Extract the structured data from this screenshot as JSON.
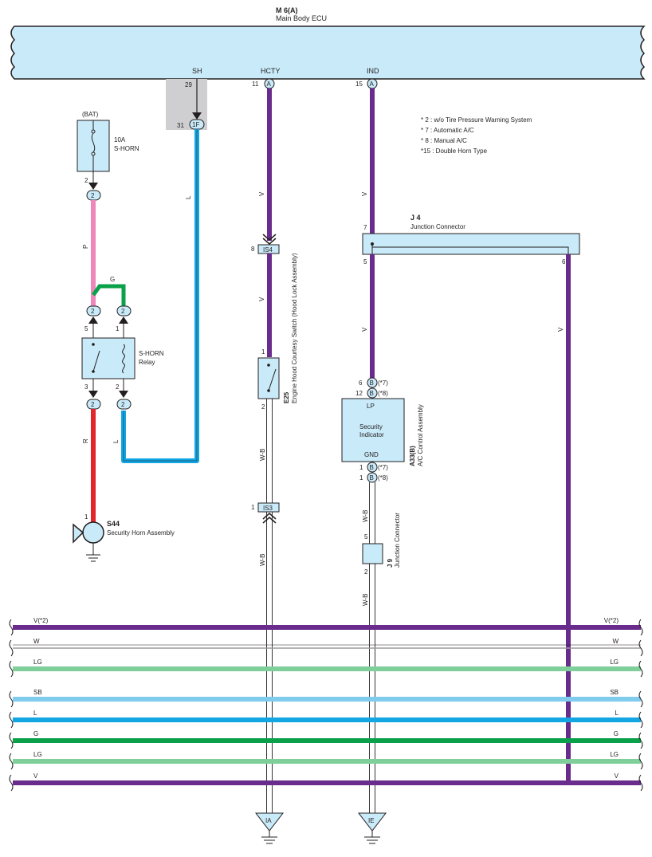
{
  "ecu": {
    "code": "M 6(A)",
    "name": "Main Body ECU",
    "pins": {
      "sh": "SH",
      "hcty": "HCTY",
      "ind": "IND"
    }
  },
  "terminals": {
    "sh_29": "29",
    "sh_31": "31",
    "sh_1f": "1F",
    "hcty_11": "11",
    "hcty_a": "A",
    "ind_15": "15",
    "ind_a": "A"
  },
  "notes": [
    "* 2 : w/o Tire Pressure Warning System",
    "* 7 : Automatic A/C",
    "* 8 : Manual A/C",
    "*15 : Double Horn Type"
  ],
  "fuse": {
    "source": "(BAT)",
    "rating": "10A",
    "name": "S-HORN",
    "pin": "2",
    "conn": "2"
  },
  "relay": {
    "name": "S-HORN",
    "sub": "Relay",
    "pins": {
      "p5": "5",
      "p1": "1",
      "p3": "3",
      "p2": "2"
    },
    "conns": {
      "c5": "2",
      "c1": "2",
      "c3": "2",
      "c2": "2"
    }
  },
  "horn": {
    "code": "S44",
    "name": "Security Horn Assembly",
    "pin": "1"
  },
  "switch": {
    "code": "E25",
    "name": "Engine Hood Courtesy Switch (Hood Lock Assembly)",
    "pin1": "1",
    "pin2": "2"
  },
  "connectors": {
    "is4": {
      "label": "IS4",
      "pin": "8"
    },
    "is3": {
      "label": "IS3",
      "pin": "1"
    }
  },
  "j4": {
    "code": "J 4",
    "name": "Junction Connector",
    "pin7": "7",
    "pin5": "5",
    "pin6": "6"
  },
  "j9": {
    "code": "J 9",
    "name": "Junction Connector",
    "pin5": "5",
    "pin2": "2"
  },
  "indicator": {
    "code": "A33(B)",
    "name": "A/C Control Assembly",
    "lp": "LP",
    "gnd": "GND",
    "label1": "Security",
    "label2": "Indicator",
    "pin_6": "6",
    "pin_12": "12",
    "pin_1a": "1",
    "pin_1b": "1",
    "conn": "B",
    "note7": "(*7)",
    "note8": "(*8)"
  },
  "wires": {
    "p": "P",
    "g": "G",
    "r": "R",
    "l_main": "L",
    "l_relay": "L",
    "v_hcty1": "V",
    "v_hcty2": "V",
    "v_ind1": "V",
    "v_ind2": "V",
    "v_j4": "V",
    "wb_sw": "W-B",
    "wb_is3": "W-B",
    "wb_ind": "W-B",
    "wb_j9": "W-B"
  },
  "grounds": {
    "ia": "IA",
    "ie": "IE"
  },
  "bus": [
    {
      "label": "V(*2)",
      "color": "#6a2c8c"
    },
    {
      "label": "W",
      "color": "#9a9a9a"
    },
    {
      "label": "LG",
      "color": "#7fcf9a"
    },
    {
      "label": "SB",
      "color": "#80ccef"
    },
    {
      "label": "L",
      "color": "#13a6e3"
    },
    {
      "label": "G",
      "color": "#0aa14a"
    },
    {
      "label": "LG",
      "color": "#7fcf9a"
    },
    {
      "label": "V",
      "color": "#6a2c8c"
    }
  ],
  "colors": {
    "panel": "#c9eaf8",
    "violet": "#6a2c8c",
    "blue": "#13a6e3",
    "pink": "#ee88bb",
    "red": "#e3262a",
    "green": "#0aa14a",
    "shade": "#cfcfd1"
  }
}
